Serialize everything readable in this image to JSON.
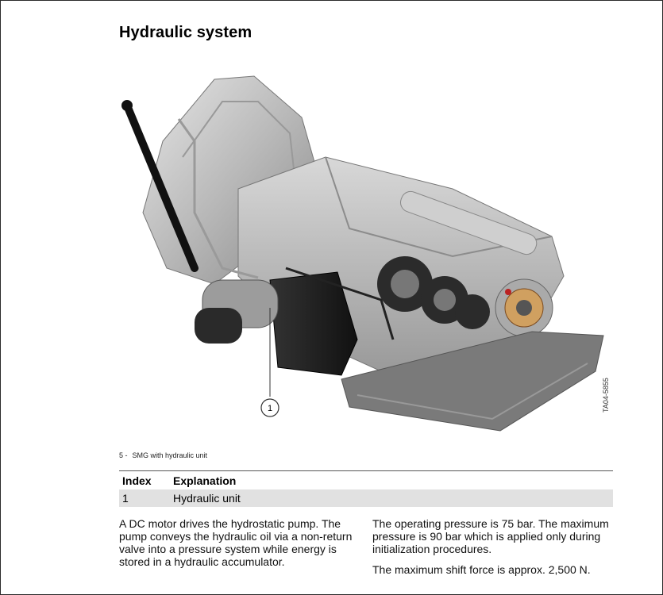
{
  "page": {
    "title": "Hydraulic system"
  },
  "figure": {
    "callout": "1",
    "caption_number": "5 -",
    "caption_text": "SMG with hydraulic unit",
    "reference_code": "TA04-5855"
  },
  "table": {
    "headers": [
      "Index",
      "Explanation"
    ],
    "rows": [
      [
        "1",
        "Hydraulic unit"
      ]
    ]
  },
  "text": {
    "left_paragraph": "A DC motor drives the hydrostatic pump. The pump conveys the hydraulic oil via a non-return valve into a pressure system while energy is stored in a hydraulic accumulator.",
    "right_paragraph_1": "The operating pressure is 75 bar. The maximum pressure is 90 bar which is applied only during initialization procedures.",
    "right_paragraph_2": "The maximum shift force is approx. 2,500 N."
  }
}
